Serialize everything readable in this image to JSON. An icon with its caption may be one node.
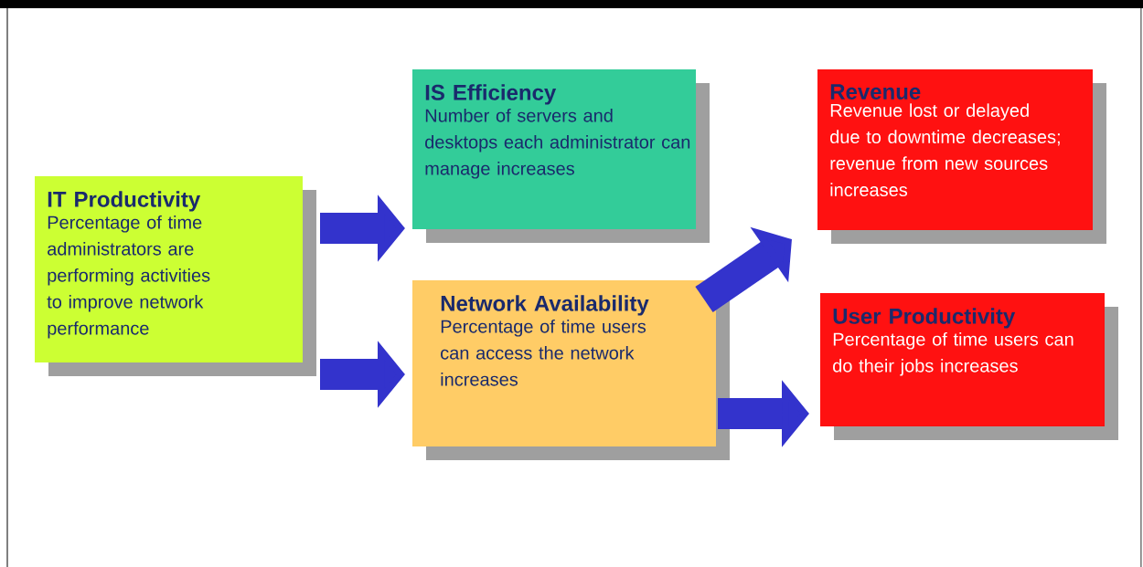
{
  "diagram": {
    "nodes": [
      {
        "text": [
          "IT Productivity",
          "Percentage of time administrators are performing activities to improve network performance"
        ]
      },
      {
        "text": [
          "IS Efficiency",
          "Number of servers and desktops each administrator can manage increases"
        ]
      },
      {
        "text": [
          "Revenue",
          "Revenue lost or delayed due to downtime decreases; revenue from new sources increases"
        ]
      },
      {
        "text": [
          "Network Availability",
          "Percentage of time users can access the network increases"
        ]
      },
      {
        "text": [
          "User Productivity",
          "Percentage of time users can do their jobs increases"
        ]
      }
    ],
    "edges": [
      {
        "from": 0,
        "to": 1,
        "arrow": "to"
      },
      {
        "from": 0,
        "to": 3,
        "arrow": "to"
      },
      {
        "from": 3,
        "to": 2,
        "arrow": "to"
      },
      {
        "from": 3,
        "to": 4,
        "arrow": "to"
      }
    ]
  }
}
